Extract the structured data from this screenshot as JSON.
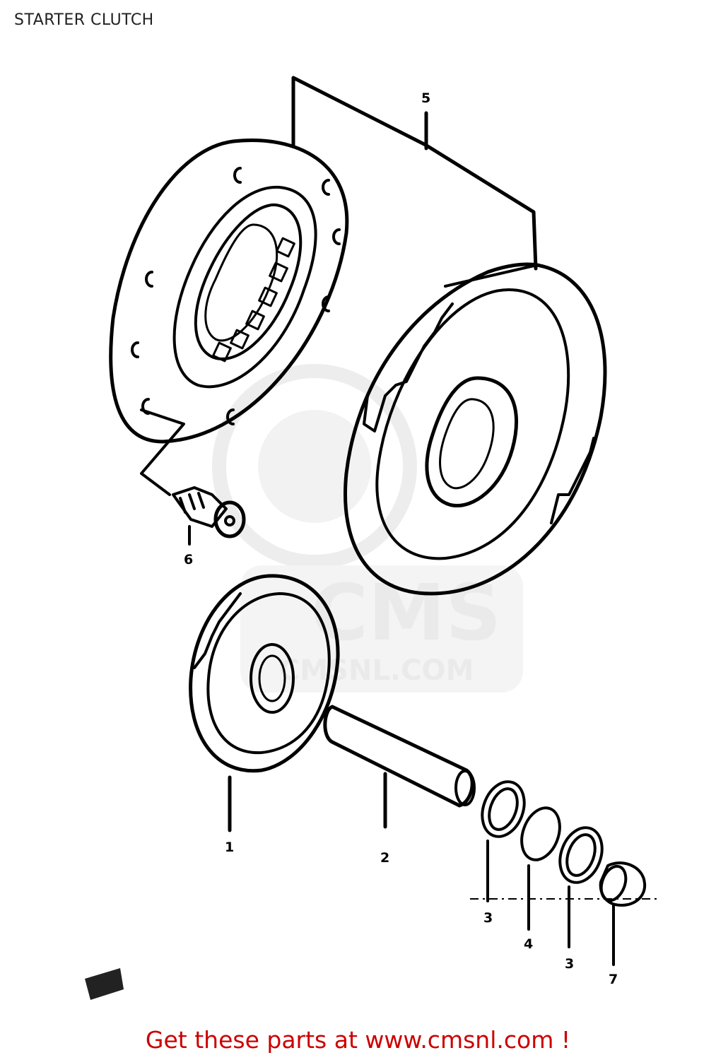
{
  "header": {
    "title": "STARTER CLUTCH"
  },
  "watermark": {
    "text": "CMSNL.COM",
    "logo": "CMS"
  },
  "callouts": {
    "part_5": "5",
    "part_6": "6",
    "part_1": "1",
    "part_2": "2",
    "part_3a": "3",
    "part_4": "4",
    "part_3b": "3",
    "part_7": "7"
  },
  "footer": {
    "text": "Get these parts at www.cmsnl.com !",
    "color": "#cc0000"
  }
}
